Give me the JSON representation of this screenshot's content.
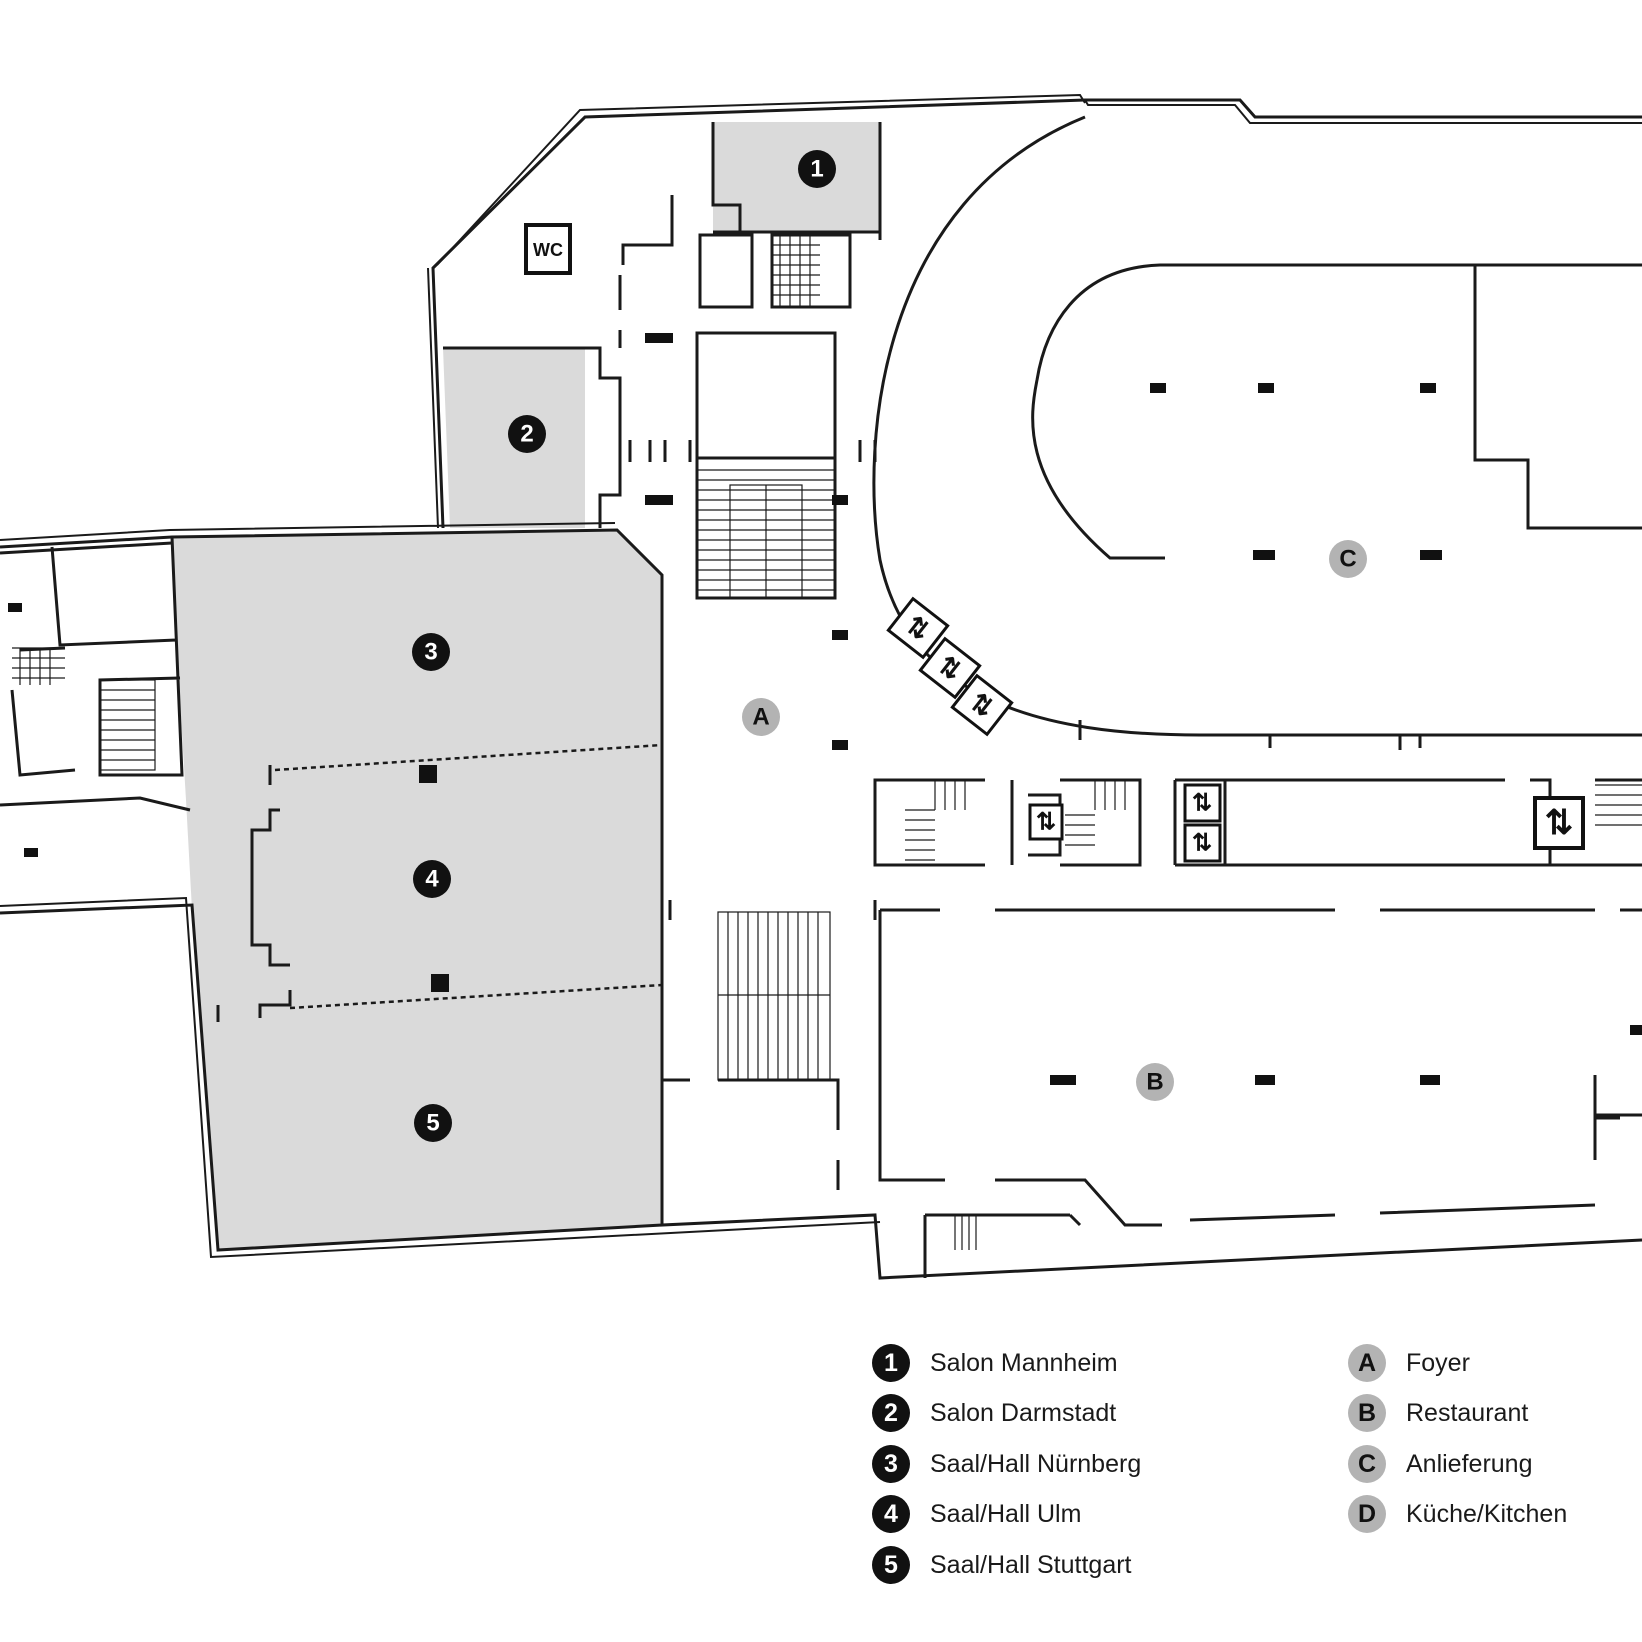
{
  "markers": {
    "r1": "1",
    "r2": "2",
    "r3": "3",
    "r4": "4",
    "r5": "5",
    "a": "A",
    "b": "B",
    "c": "C"
  },
  "wc_label": "WC",
  "legend": {
    "rooms": [
      {
        "key": "1",
        "label": "Salon Mannheim"
      },
      {
        "key": "2",
        "label": "Salon Darmstadt"
      },
      {
        "key": "3",
        "label": "Saal/Hall Nürnberg"
      },
      {
        "key": "4",
        "label": "Saal/Hall Ulm"
      },
      {
        "key": "5",
        "label": "Saal/Hall Stuttgart"
      }
    ],
    "areas": [
      {
        "key": "A",
        "label": "Foyer"
      },
      {
        "key": "B",
        "label": "Restaurant"
      },
      {
        "key": "C",
        "label": "Anlieferung"
      },
      {
        "key": "D",
        "label": "Küche/Kitchen"
      }
    ]
  },
  "colors": {
    "room_fill": "#dadada",
    "marker_dark": "#111111",
    "marker_light": "#b3b3b3"
  },
  "icons": [
    "elevator-icon",
    "wc-sign-icon",
    "stairs-icon"
  ]
}
